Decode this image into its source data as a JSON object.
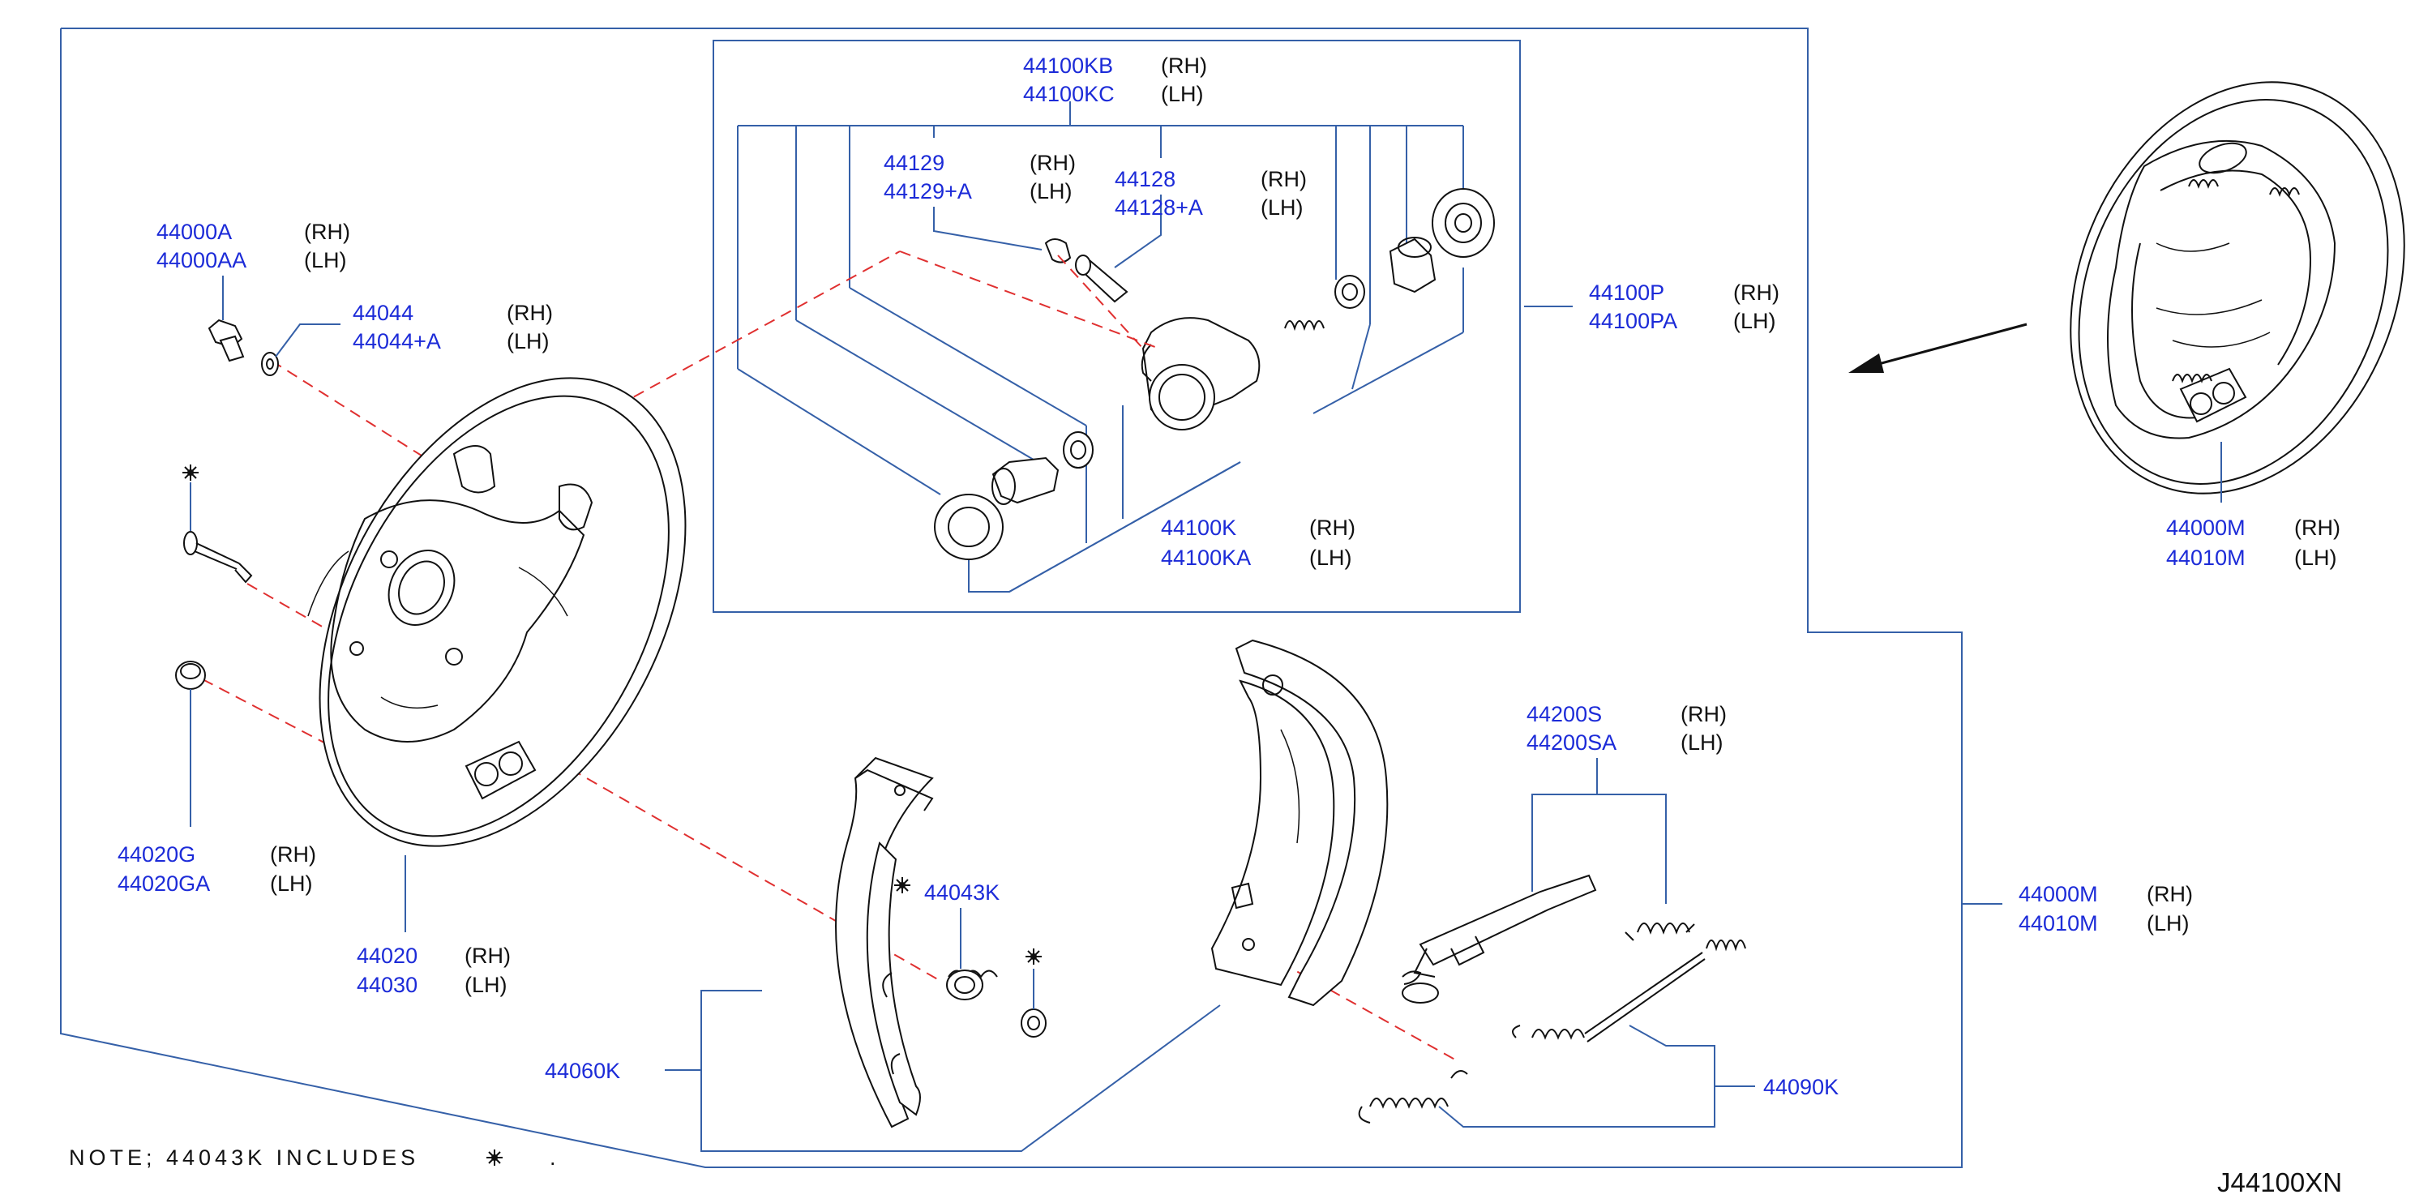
{
  "diagram": {
    "labels": {
      "p44100kb": {
        "num": "44100KB",
        "side": "(RH)"
      },
      "p44100kc": {
        "num": "44100KC",
        "side": "(LH)"
      },
      "p44129": {
        "num": "44129",
        "side": "(RH)"
      },
      "p44129a": {
        "num": "44129+A",
        "side": "(LH)"
      },
      "p44128": {
        "num": "44128",
        "side": "(RH)"
      },
      "p44128a": {
        "num": "44128+A",
        "side": "(LH)"
      },
      "p44000a": {
        "num": "44000A",
        "side": "(RH)"
      },
      "p44000aa": {
        "num": "44000AA",
        "side": "(LH)"
      },
      "p44044": {
        "num": "44044",
        "side": "(RH)"
      },
      "p44044a": {
        "num": "44044+A",
        "side": "(LH)"
      },
      "p44100p": {
        "num": "44100P",
        "side": "(RH)"
      },
      "p44100pa": {
        "num": "44100PA",
        "side": "(LH)"
      },
      "p44100k": {
        "num": "44100K",
        "side": "(RH)"
      },
      "p44100ka": {
        "num": "44100KA",
        "side": "(LH)"
      },
      "p44000m_top": {
        "num": "44000M",
        "side": "(RH)"
      },
      "p44010m_top": {
        "num": "44010M",
        "side": "(LH)"
      },
      "p44200s": {
        "num": "44200S",
        "side": "(RH)"
      },
      "p44200sa": {
        "num": "44200SA",
        "side": "(LH)"
      },
      "p44020g": {
        "num": "44020G",
        "side": "(RH)"
      },
      "p44020ga": {
        "num": "44020GA",
        "side": "(LH)"
      },
      "p44043k": {
        "num": "44043K"
      },
      "p44000m_right": {
        "num": "44000M",
        "side": "(RH)"
      },
      "p44010m_right": {
        "num": "44010M",
        "side": "(LH)"
      },
      "p44020": {
        "num": "44020",
        "side": "(RH)"
      },
      "p44030": {
        "num": "44030",
        "side": "(LH)"
      },
      "p44060k": {
        "num": "44060K"
      },
      "p44090k": {
        "num": "44090K"
      }
    },
    "note": {
      "text": "NOTE;  44043K  INCLUDES",
      "dot": "."
    },
    "code": "J44100XN",
    "icons": [
      "asterisk-icon"
    ]
  },
  "colors": {
    "label": "#1c2bd8",
    "leader": "#3560a8",
    "dash": "#e03030",
    "part": "#111111"
  }
}
